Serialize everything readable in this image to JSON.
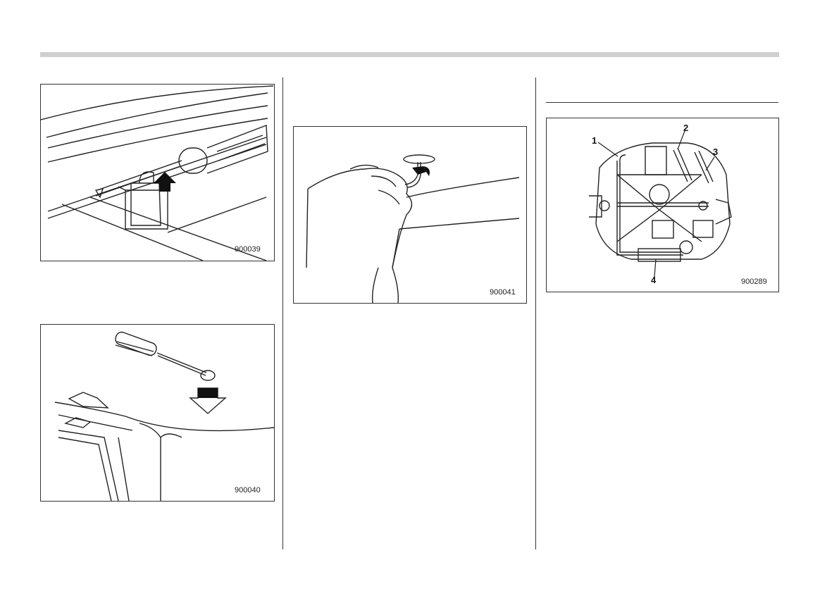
{
  "figures": {
    "fig1": {
      "id": "900039"
    },
    "fig2": {
      "id": "900040"
    },
    "fig3": {
      "id": "900041"
    },
    "fig4": {
      "id": "900289",
      "callouts": [
        "1",
        "2",
        "3",
        "4"
      ]
    }
  }
}
